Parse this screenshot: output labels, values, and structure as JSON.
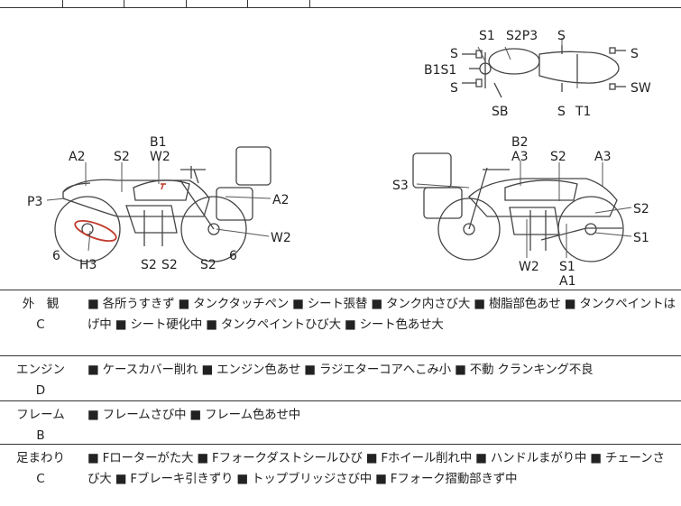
{
  "top_diagram": {
    "labels": [
      "S1",
      "S2P3",
      "S",
      "S",
      "B1S1",
      "S",
      "S",
      "SB",
      "S",
      "T1",
      "SW"
    ],
    "left_side_labels": [
      "B1",
      "W2",
      "A2",
      "S2",
      "P3",
      "A2",
      "W2",
      "6",
      "H3",
      "S2",
      "S2",
      "S2",
      "6"
    ],
    "right_side_labels": [
      "B2",
      "A3",
      "S2",
      "A3",
      "S3",
      "S2",
      "S1",
      "W2",
      "S1",
      "A1"
    ]
  },
  "sections": [
    {
      "category": "外　観",
      "grade": "C",
      "description": "■ 各所うすきず ■ タンクタッチペン ■ シート張替 ■ タンク内さび大 ■ 樹脂部色あせ ■ タンクペイントはげ中 ■ シート硬化中 ■ タンクペイントひび大 ■ シート色あせ大"
    },
    {
      "category": "エンジン",
      "grade": "D",
      "description": "■ ケースカバー削れ ■ エンジン色あせ ■ ラジエターコアへこみ小 ■ 不動 クランキング不良"
    },
    {
      "category": "フレーム",
      "grade": "B",
      "description": "■ フレームさび中 ■ フレーム色あせ中"
    },
    {
      "category": "足まわり",
      "grade": "C",
      "description": "■ Fローターがた大 ■ Fフォークダストシールひび ■ Fホイール削れ中 ■ ハンドルまがり中 ■ チェーンさび大 ■ Fブレーキ引きずり ■ トップブリッジさび中 ■ Fフォーク摺動部きず中"
    }
  ]
}
